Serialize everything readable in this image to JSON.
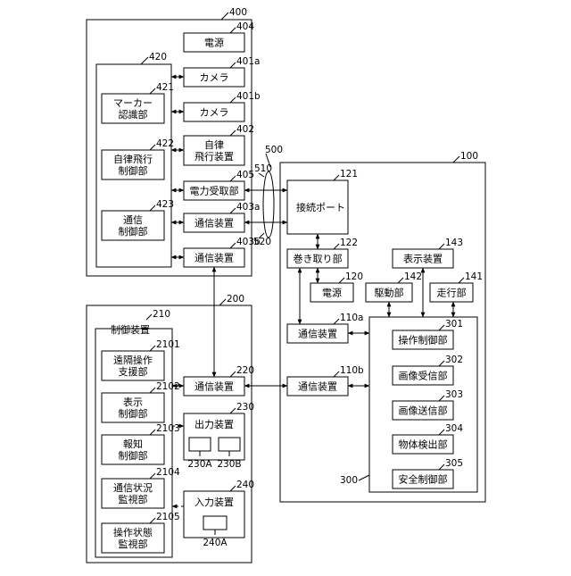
{
  "systems": {
    "s400": {
      "ref": "400"
    },
    "s420": {
      "ref": "420"
    },
    "s200": {
      "ref": "200"
    },
    "s210": {
      "ref": "210",
      "label": "制御装置"
    },
    "s100": {
      "ref": "100"
    },
    "s300": {
      "ref": "300"
    }
  },
  "blocks": {
    "b404": {
      "ref": "404",
      "lines": [
        "電源"
      ]
    },
    "b401a": {
      "ref": "401a",
      "lines": [
        "カメラ"
      ]
    },
    "b401b": {
      "ref": "401b",
      "lines": [
        "カメラ"
      ]
    },
    "b402": {
      "ref": "402",
      "lines": [
        "自律",
        "飛行装置"
      ]
    },
    "b405": {
      "ref": "405",
      "lines": [
        "電力受取部"
      ]
    },
    "b403a": {
      "ref": "403a",
      "lines": [
        "通信装置"
      ]
    },
    "b403b": {
      "ref": "403b",
      "lines": [
        "通信装置"
      ]
    },
    "b421": {
      "ref": "421",
      "lines": [
        "マーカー",
        "認識部"
      ]
    },
    "b422": {
      "ref": "422",
      "lines": [
        "自律飛行",
        "制御部"
      ]
    },
    "b423": {
      "ref": "423",
      "lines": [
        "通信",
        "制御部"
      ]
    },
    "b121": {
      "ref": "121",
      "lines": [
        "接続ポート"
      ]
    },
    "b122": {
      "ref": "122",
      "lines": [
        "巻き取り部"
      ]
    },
    "b120": {
      "ref": "120",
      "lines": [
        "電源"
      ]
    },
    "b143": {
      "ref": "143",
      "lines": [
        "表示装置"
      ]
    },
    "b142": {
      "ref": "142",
      "lines": [
        "駆動部"
      ]
    },
    "b141": {
      "ref": "141",
      "lines": [
        "走行部"
      ]
    },
    "b110a": {
      "ref": "110a",
      "lines": [
        "通信装置"
      ]
    },
    "b110b": {
      "ref": "110b",
      "lines": [
        "通信装置"
      ]
    },
    "b301": {
      "ref": "301",
      "lines": [
        "操作制御部"
      ]
    },
    "b302": {
      "ref": "302",
      "lines": [
        "画像受信部"
      ]
    },
    "b303": {
      "ref": "303",
      "lines": [
        "画像送信部"
      ]
    },
    "b304": {
      "ref": "304",
      "lines": [
        "物体検出部"
      ]
    },
    "b305": {
      "ref": "305",
      "lines": [
        "安全制御部"
      ]
    },
    "b220": {
      "ref": "220",
      "lines": [
        "通信装置"
      ]
    },
    "b230": {
      "ref": "230",
      "lines": [
        "出力装置"
      ]
    },
    "b230A": {
      "ref": "230A",
      "lines": []
    },
    "b230B": {
      "ref": "230B",
      "lines": []
    },
    "b240": {
      "ref": "240",
      "lines": [
        "入力装置"
      ]
    },
    "b240A": {
      "ref": "240A",
      "lines": []
    },
    "b2101": {
      "ref": "2101",
      "lines": [
        "遠隔操作",
        "支援部"
      ]
    },
    "b2102": {
      "ref": "2102",
      "lines": [
        "表示",
        "制御部"
      ]
    },
    "b2103": {
      "ref": "2103",
      "lines": [
        "報知",
        "制御部"
      ]
    },
    "b2104": {
      "ref": "2104",
      "lines": [
        "通信状況",
        "監視部"
      ]
    },
    "b2105": {
      "ref": "2105",
      "lines": [
        "操作状態",
        "監視部"
      ]
    }
  },
  "cable": {
    "ref": "500",
    "ref_a": "510",
    "ref_b": "520"
  }
}
